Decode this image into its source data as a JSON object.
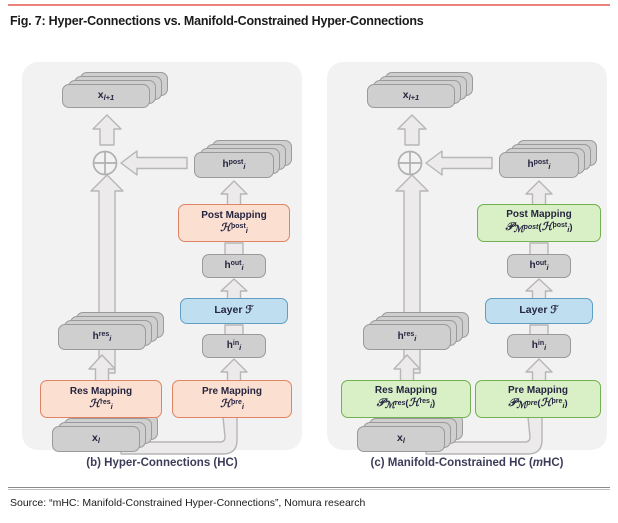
{
  "header": {
    "figure_title": "Fig. 7: Hyper-Connections vs. Manifold-Constrained Hyper-Connections",
    "rule_color": "#e8827a"
  },
  "footer": {
    "source": "Source: “mHC: Manifold-Constrained Hyper-Connections”, Nomura research"
  },
  "colors": {
    "panel_bg": "#f2f2f2",
    "gray_fill": "#cfcfcf",
    "gray_border": "#9a9a9a",
    "peach_fill": "#fbdfd0",
    "peach_border": "#e08364",
    "green_fill": "#d9f0c6",
    "green_border": "#72b051",
    "blue_fill": "#bfdff0",
    "blue_border": "#5f9fc4",
    "connector_fill": "#eceaea",
    "connector_border": "#b6b6b6",
    "caption_text": "#3c3c5a"
  },
  "panels": [
    {
      "id": "b",
      "caption_prefix": "(b) Hyper-Connections (HC)",
      "caption_main": "Hyper-Connections (HC)",
      "caption_label": "(b)",
      "caption_italic": "",
      "nodes": {
        "output_stack": {
          "base": "x",
          "sub": "l+1",
          "type": "stacked-gray",
          "text": "xₗ₊₁"
        },
        "input_stack": {
          "base": "x",
          "sub": "l",
          "type": "stacked-gray",
          "text": "xₗ"
        },
        "h_post": {
          "base": "h",
          "sub": "i",
          "sup": "post",
          "type": "stacked-gray"
        },
        "h_res": {
          "base": "h",
          "sub": "i",
          "sup": "res",
          "type": "stacked-gray"
        },
        "h_out": {
          "base": "h",
          "sub": "i",
          "sup": "out",
          "type": "gray"
        },
        "h_in": {
          "base": "h",
          "sub": "i",
          "sup": "in",
          "type": "gray"
        },
        "post_mapping": {
          "title": "Post Mapping",
          "formula_kind": "plain",
          "cal": "ℋ",
          "sub": "i",
          "sup": "post",
          "type": "peach"
        },
        "pre_mapping": {
          "title": "Pre Mapping",
          "formula_kind": "plain",
          "cal": "ℋ",
          "sub": "i",
          "sup": "pre",
          "type": "peach"
        },
        "res_mapping": {
          "title": "Res Mapping",
          "formula_kind": "plain",
          "cal": "ℋ",
          "sub": "i",
          "sup": "res",
          "type": "peach"
        },
        "layer": {
          "title": "Layer ℱ",
          "type": "blue"
        }
      },
      "operator": "⊕"
    },
    {
      "id": "c",
      "caption_prefix": "(c) Manifold-Constrained HC (mHC)",
      "caption_label": "(c)",
      "caption_main": "Manifold-Constrained HC (",
      "caption_italic": "m",
      "caption_suffix": "HC)",
      "nodes": {
        "output_stack": {
          "base": "x",
          "sub": "l+1",
          "type": "stacked-gray"
        },
        "input_stack": {
          "base": "x",
          "sub": "l",
          "type": "stacked-gray"
        },
        "h_post": {
          "base": "h",
          "sub": "i",
          "sup": "post",
          "type": "stacked-gray"
        },
        "h_res": {
          "base": "h",
          "sub": "i",
          "sup": "res",
          "type": "stacked-gray"
        },
        "h_out": {
          "base": "h",
          "sub": "i",
          "sup": "out",
          "type": "gray"
        },
        "h_in": {
          "base": "h",
          "sub": "i",
          "sup": "in",
          "type": "gray"
        },
        "post_mapping": {
          "title": "Post Mapping",
          "formula_kind": "projected",
          "proj": "𝒫",
          "manifold": "ℳ",
          "manifold_sup": "post",
          "cal": "ℋ",
          "sub": "i",
          "sup": "post",
          "type": "green"
        },
        "pre_mapping": {
          "title": "Pre Mapping",
          "formula_kind": "projected",
          "proj": "𝒫",
          "manifold": "ℳ",
          "manifold_sup": "pre",
          "cal": "ℋ",
          "sub": "i",
          "sup": "pre",
          "type": "green"
        },
        "res_mapping": {
          "title": "Res Mapping",
          "formula_kind": "projected",
          "proj": "𝒫",
          "manifold": "ℳ",
          "manifold_sup": "res",
          "cal": "ℋ",
          "sub": "i",
          "sup": "res",
          "type": "green"
        },
        "layer": {
          "title": "Layer ℱ",
          "type": "blue"
        }
      },
      "operator": "⊕"
    }
  ],
  "labels": {
    "post_mapping": "Post Mapping",
    "pre_mapping": "Pre Mapping",
    "res_mapping": "Res Mapping",
    "layer": "Layer ℱ",
    "x_next": "x",
    "x_cur": "x",
    "h": "h",
    "sub_i": "i",
    "sub_l": "l",
    "sub_l1": "l+1",
    "sup_post": "post",
    "sup_pre": "pre",
    "sup_res": "res",
    "sup_in": "in",
    "sup_out": "out",
    "cal_H": "ℋ",
    "cal_P": "𝒫",
    "cal_M": "ℳ",
    "oplus": "⊕"
  }
}
